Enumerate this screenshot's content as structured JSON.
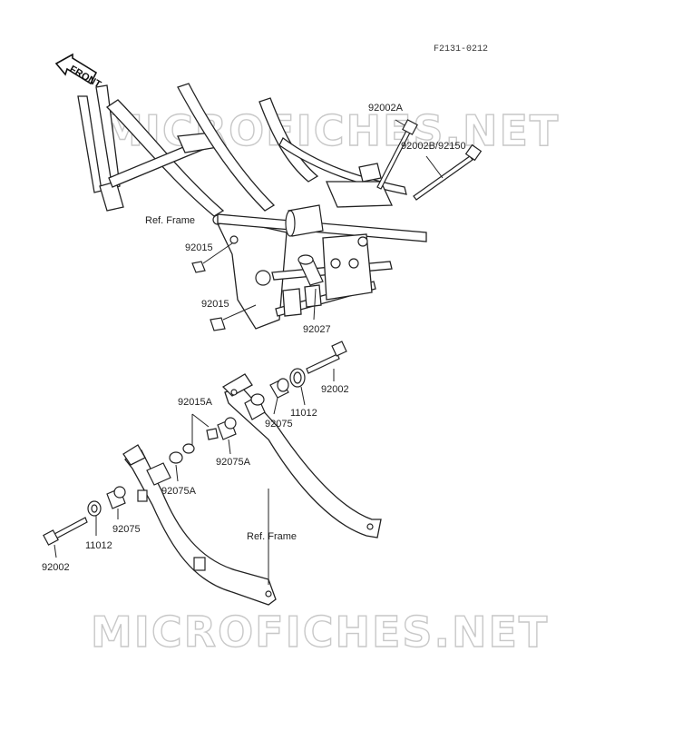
{
  "diagram": {
    "figure_code": "F2131-0212",
    "front_label": "FRONT",
    "watermark": "MICROFICHES.NET",
    "labels": {
      "p92002A": "92002A",
      "p92002B": "92002B/92150",
      "ref_frame_top": "Ref. Frame",
      "p92015_a": "92015",
      "p92015_b": "92015",
      "p92027": "92027",
      "p92002_right": "92002",
      "p11012_right": "11012",
      "p92075_right": "92075",
      "p92015A": "92015A",
      "p92075A_right": "92075A",
      "p92075A_left": "92075A",
      "p92075_left": "92075",
      "p11012_left": "11012",
      "p92002_left": "92002",
      "ref_frame_bottom": "Ref. Frame"
    }
  }
}
